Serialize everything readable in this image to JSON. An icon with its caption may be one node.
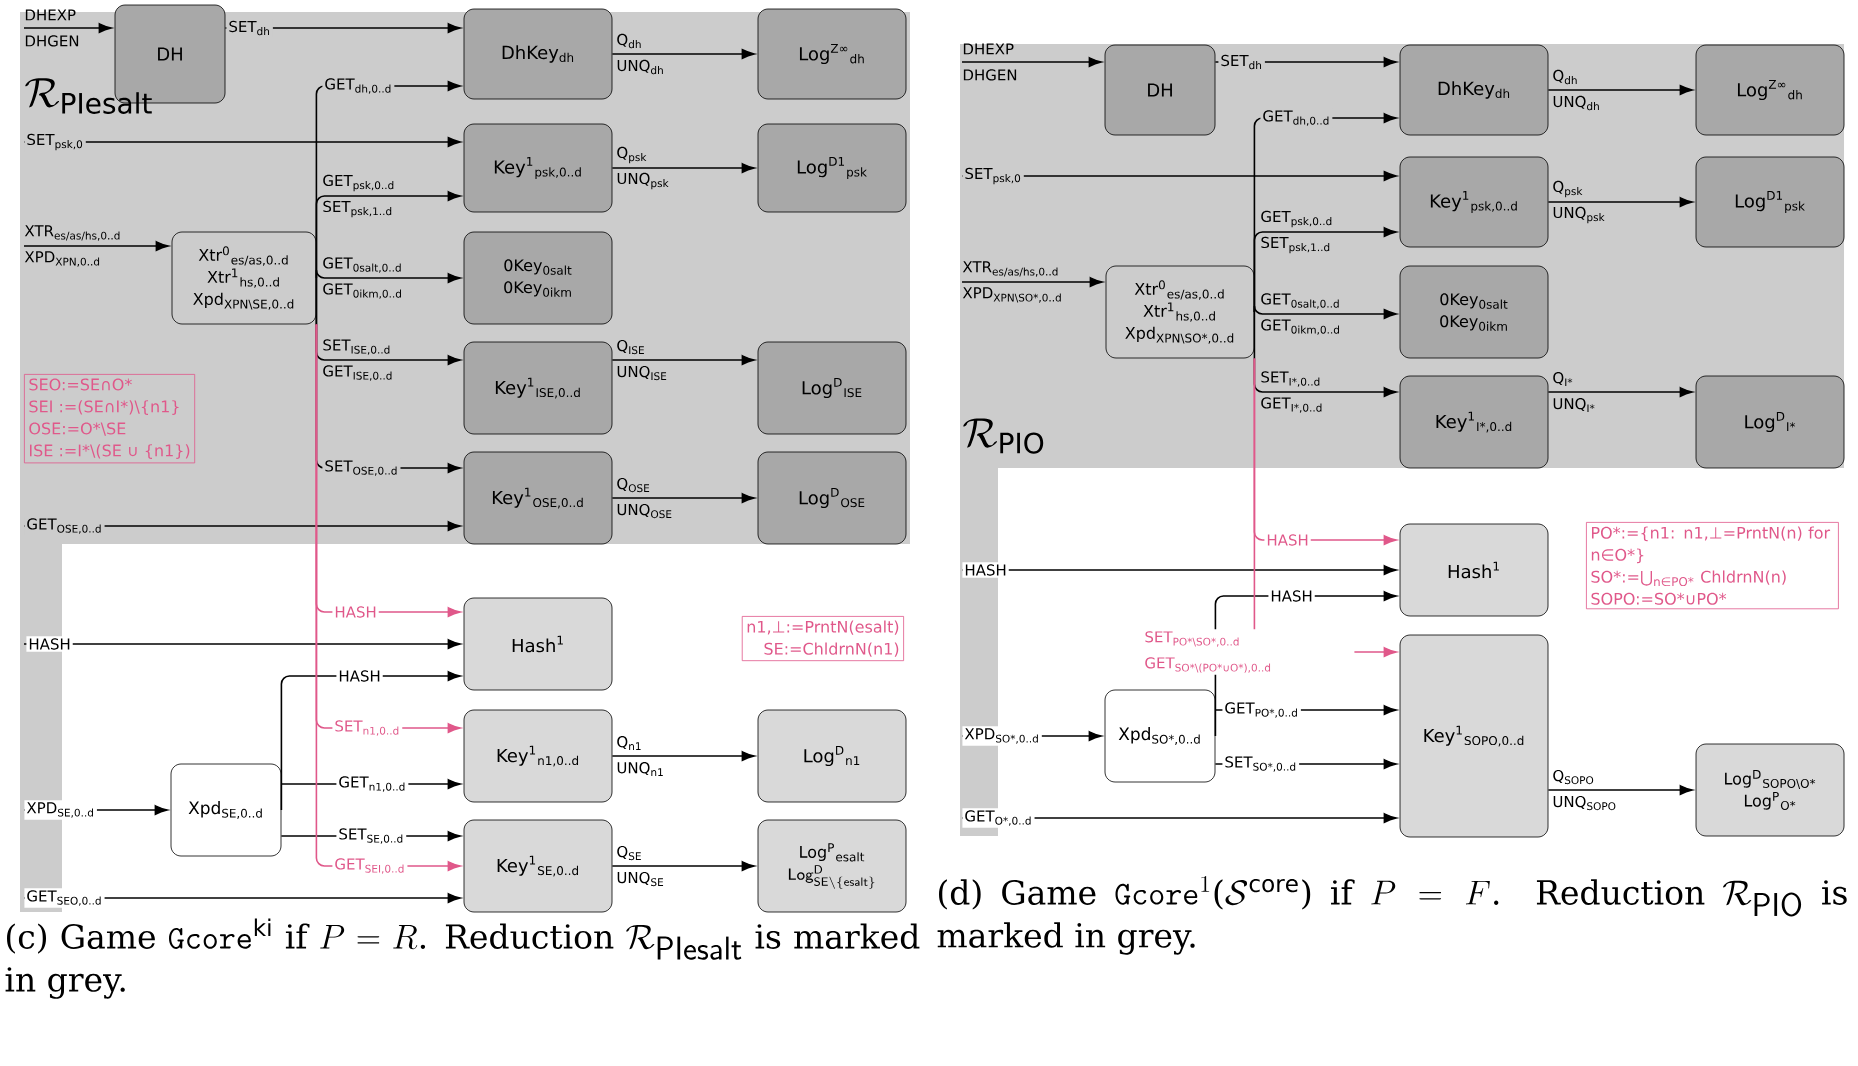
{
  "diagram": {
    "nodes": [
      {
        "text": [
          "DH"
        ]
      },
      {
        "text": [
          "DhKey$_{dh}$"
        ]
      },
      {
        "text": [
          "Log$^{Z∞}$$_{dh}$"
        ]
      },
      {
        "text": [
          "Key$^{1}$$_{psk,0..d}$"
        ]
      },
      {
        "text": [
          "Log$^{D1}$$_{psk}$"
        ]
      },
      {
        "text": [
          "Xtr$^{0}$$_{es/as,0..d}$",
          "Xtr$^{1}$$_{hs,0..d}$",
          "Xpd$_{XPN\\SE,0..d}$"
        ]
      },
      {
        "text": [
          "0Key$_{0salt}$",
          "0Key$_{0ikm}$"
        ]
      },
      {
        "text": [
          "Key$^{1}$$_{ISE,0..d}$"
        ]
      },
      {
        "text": [
          "Log$^{D}$$_{ISE}$"
        ]
      },
      {
        "text": [
          "SEO:=SE∩O*",
          "SEI :=(SE∩I*)\\{n1}",
          "OSE:=O*\\SE",
          "ISE :=I*\\(SE ∪ {n1})"
        ]
      },
      {
        "text": [
          "Key$^{1}$$_{OSE,0..d}$"
        ]
      },
      {
        "text": [
          "Log$^{D}$$_{OSE}$"
        ]
      },
      {
        "text": [
          "Hash$^{1}$"
        ]
      },
      {
        "text": [
          "n1,⊥:=PrntN(esalt)",
          "SE:=ChldrnN(n1)"
        ]
      },
      {
        "text": [
          "Key$^{1}$$_{n1,0..d}$"
        ]
      },
      {
        "text": [
          "Log$^{D}$$_{n1}$"
        ]
      },
      {
        "text": [
          "Xpd$_{SE,0..d}$"
        ]
      },
      {
        "text": [
          "Key$^{1}$$_{SE,0..d}$"
        ]
      },
      {
        "text": [
          "Log$^{P}$$_{esalt}$",
          "\\mathsf{Log}^{\\mathsf{D}}_{\\mathsf{SE}\\setminus\\{\\mathsf{esalt}\\}}"
        ]
      },
      {
        "text": [
          "DH"
        ]
      },
      {
        "text": [
          "DhKey$_{dh}$"
        ]
      },
      {
        "text": [
          "Log$^{Z∞}$$_{dh}$"
        ]
      },
      {
        "text": [
          "Key$^{1}$$_{psk,0..d}$"
        ]
      },
      {
        "text": [
          "Log$^{D1}$$_{psk}$"
        ]
      },
      {
        "text": [
          "Xtr$^{0}$$_{es/as,0..d}$",
          "Xtr$^{1}$$_{hs,0..d}$",
          "Xpd$_{XPN\\SO*,0..d}$"
        ]
      },
      {
        "text": [
          "0Key$_{0salt}$",
          "0Key$_{0ikm}$"
        ]
      },
      {
        "text": [
          "Key$^{1}$$_{I*,0..d}$"
        ]
      },
      {
        "text": [
          "Log$^{D}$$_{I*}$"
        ]
      },
      {
        "text": [
          "Hash$^{1}$"
        ]
      },
      {
        "text": [
          "PO*:={n1: n1,⊥=PrntN(n) for n∈O*}",
          "SO*:=⋃$_{n∈PO*}$ ChldrnN(n)",
          "SOPO:=SO*∪PO*"
        ]
      },
      {
        "text": [
          "Key$^{1}$$_{SOPO,0..d}$"
        ]
      },
      {
        "text": [
          "Xpd$_{SO*,0..d}$"
        ]
      },
      {
        "text": [
          "Log$^{D}$$_{SOPO\\O*}$",
          "Log$^{P}$$_{O*}$"
        ]
      }
    ],
    "edges": [
      {
        "from": null,
        "to": 0,
        "arrow": "to",
        "label": "DHEXP DHGEN"
      },
      {
        "from": 0,
        "to": 1,
        "arrow": "to",
        "label": "SET$_{dh}$"
      },
      {
        "from": 5,
        "to": 1,
        "arrow": "to",
        "label": "GET$_{dh,0..d}$"
      },
      {
        "from": 1,
        "to": 2,
        "arrow": "to",
        "label": "Q$_{dh}$ UNQ$_{dh}$"
      },
      {
        "from": null,
        "to": 3,
        "arrow": "to",
        "label": "SET$_{psk,0}$"
      },
      {
        "from": 5,
        "to": 3,
        "arrow": "to",
        "label": "GET$_{psk,0..d}$ SET$_{psk,1..d}$"
      },
      {
        "from": 3,
        "to": 4,
        "arrow": "to",
        "label": "Q$_{psk}$ UNQ$_{psk}$"
      },
      {
        "from": null,
        "to": 5,
        "arrow": "to",
        "label": "XTR$_{es/as/hs,0..d}$ XPD$_{XPN,0..d}$"
      },
      {
        "from": 5,
        "to": 6,
        "arrow": "to",
        "label": "GET$_{0salt,0..d}$ GET$_{0ikm,0..d}$"
      },
      {
        "from": 5,
        "to": 7,
        "arrow": "to",
        "label": "SET$_{ISE,0..d}$ GET$_{ISE,0..d}$"
      },
      {
        "from": 7,
        "to": 8,
        "arrow": "to",
        "label": "Q$_{ISE}$ UNQ$_{ISE}$"
      },
      {
        "from": 5,
        "to": 10,
        "arrow": "to",
        "label": "SET$_{OSE,0..d}$"
      },
      {
        "from": null,
        "to": 10,
        "arrow": "to",
        "label": "GET$_{OSE,0..d}$"
      },
      {
        "from": 10,
        "to": 11,
        "arrow": "to",
        "label": "Q$_{OSE}$ UNQ$_{OSE}$"
      },
      {
        "from": 5,
        "to": 12,
        "arrow": "to",
        "label": "HASH",
        "color": "#e0588a"
      },
      {
        "from": null,
        "to": 12,
        "arrow": "to",
        "label": "HASH"
      },
      {
        "from": 16,
        "to": 12,
        "arrow": "to",
        "label": "HASH"
      },
      {
        "from": 5,
        "to": 14,
        "arrow": "to",
        "label": "SET$_{n1,0..d}$",
        "color": "#e0588a"
      },
      {
        "from": 16,
        "to": 14,
        "arrow": "to",
        "label": "GET$_{n1,0..d}$"
      },
      {
        "from": 14,
        "to": 15,
        "arrow": "to",
        "label": "Q$_{n1}$ UNQ$_{n1}$"
      },
      {
        "from": null,
        "to": 16,
        "arrow": "to",
        "label": "XPD$_{SE,0..d}$"
      },
      {
        "from": 16,
        "to": 17,
        "arrow": "to",
        "label": "SET$_{SE,0..d}$"
      },
      {
        "from": 5,
        "to": 17,
        "arrow": "to",
        "label": "GET$_{SEI,0..d}$",
        "color": "#e0588a"
      },
      {
        "from": null,
        "to": 17,
        "arrow": "to",
        "label": "GET$_{SEO,0..d}$"
      },
      {
        "from": 17,
        "to": 18,
        "arrow": "to",
        "label": "Q$_{SE}$ UNQ$_{SE}$"
      },
      {
        "from": null,
        "to": 19,
        "arrow": "to",
        "label": "DHEXP DHGEN"
      },
      {
        "from": 19,
        "to": 20,
        "arrow": "to",
        "label": "SET$_{dh}$"
      },
      {
        "from": 24,
        "to": 20,
        "arrow": "to",
        "label": "GET$_{dh,0..d}$"
      },
      {
        "from": 20,
        "to": 21,
        "arrow": "to",
        "label": "Q$_{dh}$ UNQ$_{dh}$"
      },
      {
        "from": null,
        "to": 22,
        "arrow": "to",
        "label": "SET$_{psk,0}$"
      },
      {
        "from": 24,
        "to": 22,
        "arrow": "to",
        "label": "GET$_{psk,0..d}$ SET$_{psk,1..d}$"
      },
      {
        "from": 22,
        "to": 23,
        "arrow": "to",
        "label": "Q$_{psk}$ UNQ$_{psk}$"
      },
      {
        "from": null,
        "to": 24,
        "arrow": "to",
        "label": "XTR$_{es/as/hs,0..d}$ XPD$_{XPN\\SO*,0..d}$"
      },
      {
        "from": 24,
        "to": 25,
        "arrow": "to",
        "label": "GET$_{0salt,0..d}$ GET$_{0ikm,0..d}$"
      },
      {
        "from": 24,
        "to": 26,
        "arrow": "to",
        "label": "SET$_{I*,0..d}$ GET$_{I*,0..d}$"
      },
      {
        "from": 26,
        "to": 27,
        "arrow": "to",
        "label": "Q$_{I*}$ UNQ$_{I*}$"
      },
      {
        "from": 24,
        "to": 28,
        "arrow": "to",
        "label": "HASH",
        "color": "#e0588a"
      },
      {
        "from": null,
        "to": 28,
        "arrow": "to",
        "label": "HASH"
      },
      {
        "from": 31,
        "to": 28,
        "arrow": "to",
        "label": "HASH"
      },
      {
        "from": 24,
        "to": 30,
        "arrow": "to",
        "label": "SET$_{PO*\\SO*,0..d}$ GET$_{SO*\\(PO*∪O*),0..d}$",
        "color": "#e0588a"
      },
      {
        "from": null,
        "to": 31,
        "arrow": "to",
        "label": "XPD$_{SO*,0..d}$"
      },
      {
        "from": 31,
        "to": 30,
        "arrow": "to",
        "label": "GET$_{PO*,0..d}$"
      },
      {
        "from": 31,
        "to": 30,
        "arrow": "to",
        "label": "SET$_{SO*,0..d}$"
      },
      {
        "from": null,
        "to": 30,
        "arrow": "to",
        "label": "GET$_{O*,0..d}$"
      },
      {
        "from": 30,
        "to": 32,
        "arrow": "to",
        "label": "Q$_{SOPO}$ UNQ$_{SOPO}$"
      }
    ],
    "labels": [
      "\\mathcal{R}_{\\mathrm{PIesalt}}",
      "\\mathcal{R}_{\\mathrm{PIO}}",
      "\\parbox[t]{\\hsize}{(c) Game \\texttt{Gcore}$^{\\mathrm{ki}}$ if $P = R$. Reduction $\\mathcal{R}_{\\textsf{PIesalt}}$ is marked in grey.}",
      "\\parbox[t]{\\hsize}{(d) Game \\texttt{Gcore}$^{1}$($\\mathcal{S}^{\\mathrm{core}}$) if $P = F$. Reduction $\\mathcal{R}_{\\textsf{PIO}}$ is marked in grey.}"
    ]
  }
}
